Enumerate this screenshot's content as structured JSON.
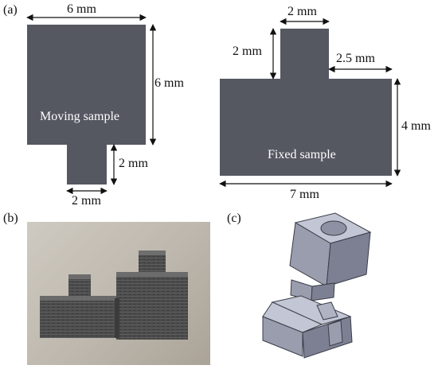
{
  "panels": {
    "a": {
      "label": "(a)"
    },
    "b": {
      "label": "(b)"
    },
    "c": {
      "label": "(c)"
    }
  },
  "moving_sample": {
    "name": "Moving sample",
    "dim_width": "6 mm",
    "dim_height": "6 mm",
    "dim_tab_height": "2 mm",
    "dim_tab_width": "2 mm"
  },
  "fixed_sample": {
    "name": "Fixed sample",
    "dim_tab_width": "2 mm",
    "dim_tab_height": "2 mm",
    "dim_offset": "2.5 mm",
    "dim_height": "4 mm",
    "dim_width": "7 mm"
  },
  "colors": {
    "sample_fill": "#555761",
    "photo_bg": "#c4bfb6",
    "part_dark": "#4a4a4a",
    "model_top": "#c3c6d4",
    "model_side": "#9a9dae",
    "model_front": "#7d8092"
  }
}
